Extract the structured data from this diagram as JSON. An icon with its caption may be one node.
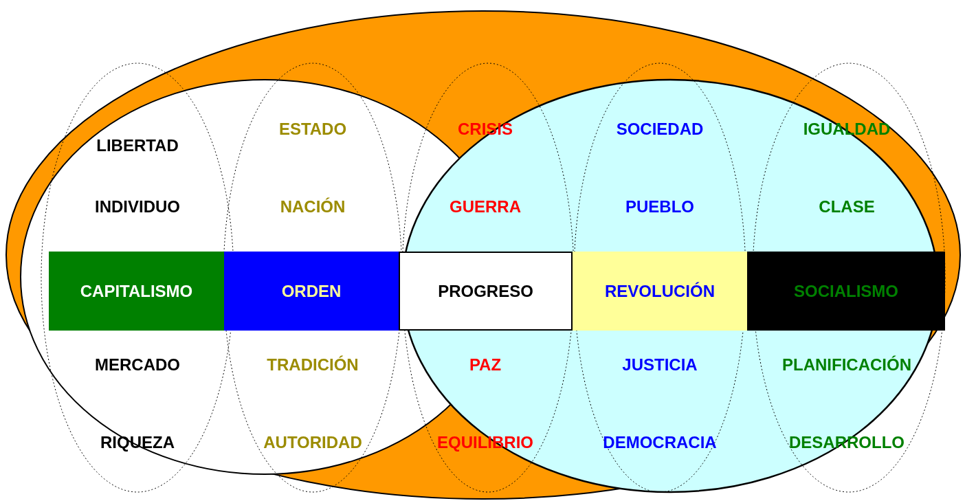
{
  "diagram": {
    "nodes": [
      {
        "text": [
          "CAPITALISMO"
        ]
      },
      {
        "text": [
          "ORDEN"
        ]
      },
      {
        "text": [
          "PROGRESO"
        ]
      },
      {
        "text": [
          "REVOLUCIÓN"
        ]
      },
      {
        "text": [
          "SOCIALISMO"
        ]
      }
    ],
    "labels": [
      "ESTADO",
      "CRISIS",
      "SOCIEDAD",
      "IGUALDAD",
      "LIBERTAD",
      "INDIVIDUO",
      "NACIÓN",
      "GUERRA",
      "PUEBLO",
      "CLASE",
      "MERCADO",
      "TRADICIÓN",
      "PAZ",
      "JUSTICIA",
      "PLANIFICACIÓN",
      "RIQUEZA",
      "AUTORIDAD",
      "EQUILIBRIO",
      "DEMOCRACIA",
      "DESARROLLO"
    ]
  }
}
